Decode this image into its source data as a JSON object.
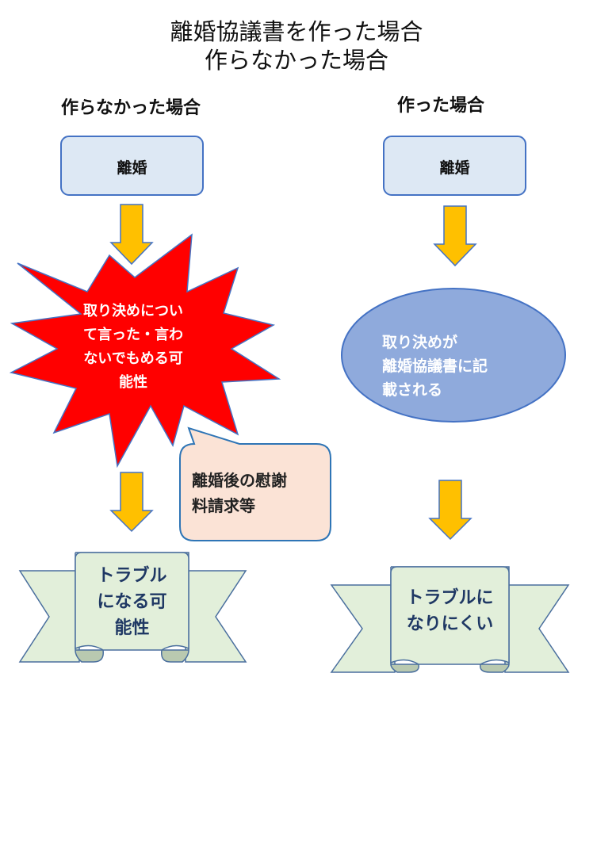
{
  "title": {
    "line1": "離婚協議書を作った場合",
    "line2": "作らなかった場合"
  },
  "left": {
    "heading": "作らなかった場合",
    "start": "離婚",
    "explosion": [
      "取り決めについ",
      "て言った・言わ",
      "ないでもめる可",
      "能性"
    ],
    "callout": [
      "離婚後の慰謝",
      "料請求等"
    ],
    "result": [
      "トラブル",
      "になる可",
      "能性"
    ]
  },
  "right": {
    "heading": "作った場合",
    "start": "離婚",
    "ellipse": [
      "取り決めが",
      "離婚協議書に記",
      "載される"
    ],
    "result": [
      "トラブルに",
      "なりにくい"
    ]
  },
  "colors": {
    "arrow": "#ffc000",
    "explosion": "#ff0000",
    "box": "#dde8f4",
    "ellipse": "#8faadc",
    "callout": "#fbe3d6",
    "ribbon": "#e2efda",
    "ribbon_curl": "#b9c9b0",
    "outline": "#4472c4"
  }
}
